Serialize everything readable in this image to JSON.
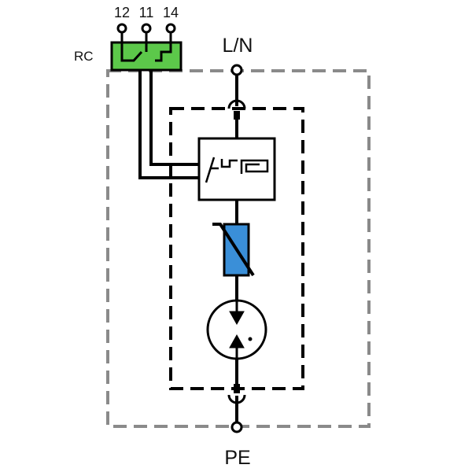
{
  "labels": {
    "terminal_12": "12",
    "terminal_11": "11",
    "terminal_14": "14",
    "rc": "RC",
    "line_neutral": "L/N",
    "protective_earth": "PE"
  },
  "colors": {
    "rc_block": "#5cc84a",
    "varistor": "#3a8fd8",
    "outer_dashed": "#8a8a8a",
    "inner_dashed": "#000000",
    "wire": "#000000"
  },
  "icons": {
    "thermal_disconnector": "thermal-disconnector-icon",
    "varistor": "varistor-icon",
    "spark_gap": "spark-gap-icon"
  }
}
